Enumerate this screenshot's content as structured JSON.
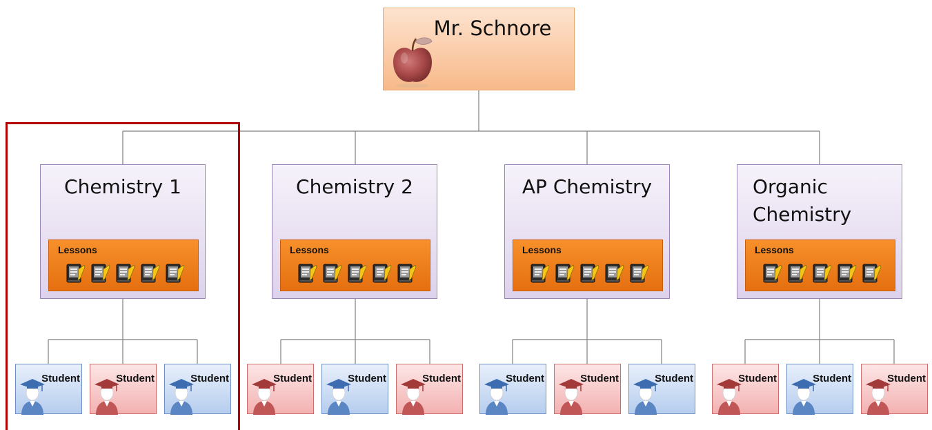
{
  "teacher": {
    "name": "Mr. Schnore",
    "icon": "apple-icon"
  },
  "courses": [
    {
      "title": "Chemistry 1",
      "lessons_label": "Lessons",
      "students": [
        {
          "label": "Student",
          "color": "blue"
        },
        {
          "label": "Student",
          "color": "red"
        },
        {
          "label": "Student",
          "color": "blue"
        }
      ]
    },
    {
      "title": "Chemistry 2",
      "lessons_label": "Lessons",
      "students": [
        {
          "label": "Student",
          "color": "red"
        },
        {
          "label": "Student",
          "color": "blue"
        },
        {
          "label": "Student",
          "color": "red"
        }
      ]
    },
    {
      "title": "AP Chemistry",
      "lessons_label": "Lessons",
      "students": [
        {
          "label": "Student",
          "color": "blue"
        },
        {
          "label": "Student",
          "color": "red"
        },
        {
          "label": "Student",
          "color": "blue"
        }
      ]
    },
    {
      "title": "Organic Chemistry",
      "lessons_label": "Lessons",
      "students": [
        {
          "label": "Student",
          "color": "red"
        },
        {
          "label": "Student",
          "color": "blue"
        },
        {
          "label": "Student",
          "color": "red"
        }
      ]
    }
  ],
  "colors": {
    "teacher_fill": "#f8b98a",
    "course_fill": "#ddd2ec",
    "lessons_fill": "#f08020",
    "student_blue": "#b6cdee",
    "student_red": "#f3b1b1",
    "highlight_border": "#b00000",
    "connector": "#7f7f7f"
  }
}
